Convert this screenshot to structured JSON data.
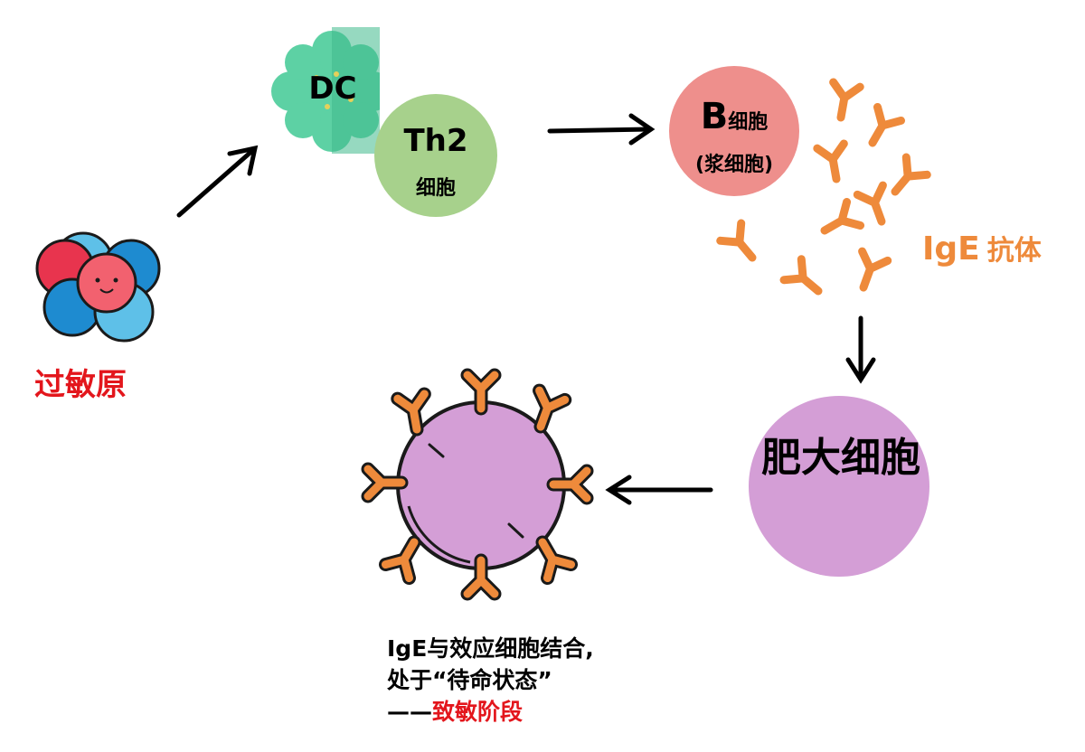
{
  "allergen": {
    "label": "过敏原"
  },
  "dc": {
    "label": "DC"
  },
  "th2": {
    "label": "Th2",
    "sub": "细胞"
  },
  "b_cell": {
    "label": "B",
    "label_suffix": "细胞",
    "sub": "(浆细胞)"
  },
  "ige": {
    "label": "IgE",
    "word": "抗体"
  },
  "mast_cell": {
    "line1": "肥大",
    "line2": "细胞"
  },
  "caption": {
    "line1": "IgE与效应细胞结合,",
    "line2": "处于“待命状态”",
    "dash": "——",
    "stage": "致敏阶段"
  },
  "colors": {
    "allergen_red": "#e3161c",
    "antibody_orange": "#ee8a3b",
    "dc_green": "#5dd1a4",
    "th2_green": "#a7d18c",
    "b_cell_pink": "#ee8f8c",
    "mast_cell_purple": "#d49ed6"
  }
}
